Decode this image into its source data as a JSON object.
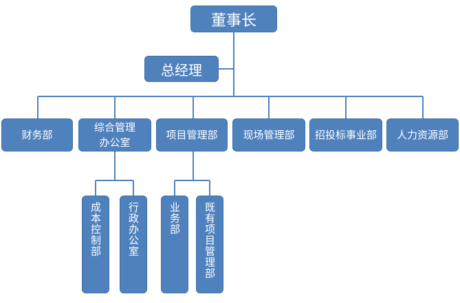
{
  "org_chart": {
    "root": "董事长",
    "assistant": "总经理",
    "departments": [
      {
        "label": "财务部",
        "children": []
      },
      {
        "label": "综合管理\n办公室",
        "children": [
          "成本控制部",
          "行政办公室"
        ]
      },
      {
        "label": "项目管理部",
        "children": [
          "业务部",
          "既有项目管理部"
        ]
      },
      {
        "label": "现场管理部",
        "children": []
      },
      {
        "label": "招投标事业部",
        "children": []
      },
      {
        "label": "人力资源部",
        "children": []
      }
    ]
  },
  "colors": {
    "box_fill": "#4f81bd",
    "box_border": "#3d6fa8",
    "text": "#ffffff",
    "connector": "#4f81bd"
  }
}
